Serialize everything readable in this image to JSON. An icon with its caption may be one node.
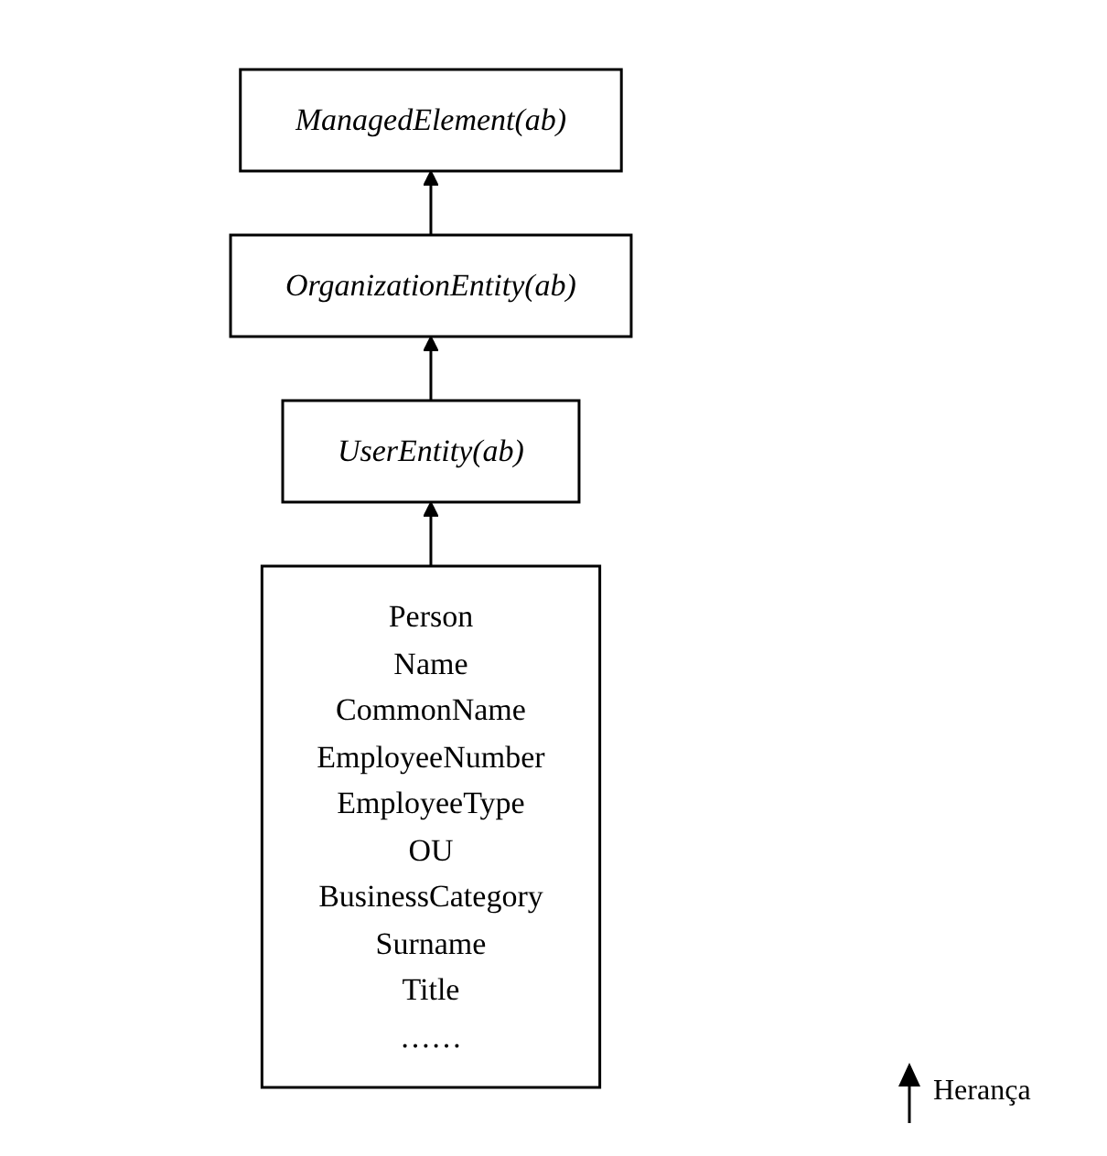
{
  "diagram": {
    "nodes": [
      {
        "text": [
          "ManagedElement(ab)"
        ]
      },
      {
        "text": [
          "OrganizationEntity(ab)"
        ]
      },
      {
        "text": [
          "UserEntity(ab)"
        ]
      },
      {
        "text": [
          "Person",
          "Name",
          "CommonName",
          "EmployeeNumber",
          "EmployeeType",
          "OU",
          "BusinessCategory",
          "Surname",
          "Title",
          "……"
        ]
      }
    ],
    "edges": [
      {
        "from": 1,
        "to": 0,
        "arrow": "to"
      },
      {
        "from": 2,
        "to": 1,
        "arrow": "to"
      },
      {
        "from": 3,
        "to": 2,
        "arrow": "to"
      }
    ],
    "legend": [
      {
        "text": "Herança"
      }
    ]
  }
}
